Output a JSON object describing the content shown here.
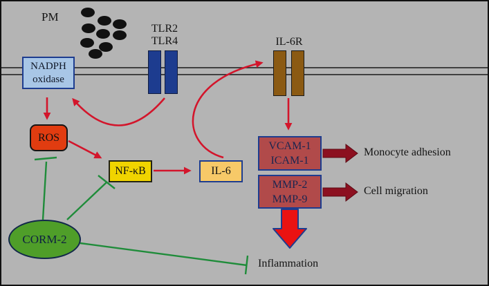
{
  "labels": {
    "pm": "PM",
    "tlr2": "TLR2",
    "tlr4": "TLR4",
    "il6r": "IL-6R",
    "monocyte_adhesion": "Monocyte adhesion",
    "cell_migration": "Cell migration",
    "inflammation": "Inflammation"
  },
  "nodes": {
    "nadph": {
      "line1": "NADPH",
      "line2": "oxidase"
    },
    "ros": "ROS",
    "nfkb": "NF-κB",
    "il6": "IL-6",
    "adhesion": {
      "line1": "VCAM-1",
      "line2": "ICAM-1"
    },
    "mmp": {
      "line1": "MMP-2",
      "line2": "MMP-9"
    },
    "corm2": "CORM-2"
  },
  "colors": {
    "background": "#b4b4b4",
    "membrane": "#1a1a1a",
    "particle_black": "#111111",
    "activation_arrow_red": "#d3152b",
    "inhibition_green": "#1f8c3a",
    "nadph_fill": "#a8c6e6",
    "tlr_fill": "#1d3c8f",
    "il6r_fill": "#8b5a13",
    "ros_fill": "#e13c10",
    "nfkb_fill": "#f0d400",
    "il6_fill": "#f7c968",
    "adhesion_box_fill": "#b14a4a",
    "navy_border": "#1d3c8f",
    "corm2_fill": "#4f9e29",
    "block_arrow_maroon": "#8c1020",
    "big_arrow_red": "#ea1212"
  }
}
